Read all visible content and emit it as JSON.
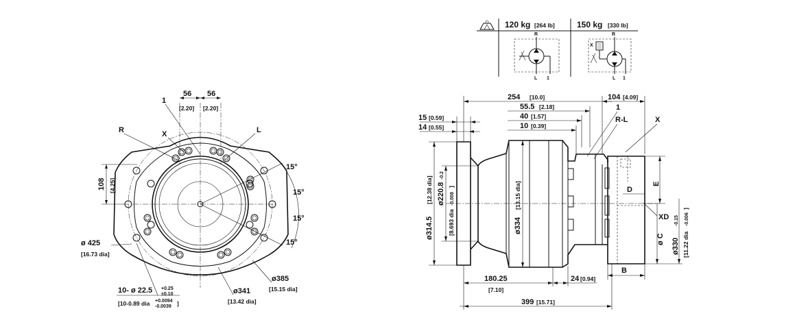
{
  "weights": {
    "std_value": "120 kg",
    "std_imperial": "[264 lb]",
    "brake_value": "150 kg",
    "brake_imperial": "[330 lb]"
  },
  "schematic": {
    "R": "R",
    "L": "L",
    "one": "1",
    "X": "X"
  },
  "front_view": {
    "top_left_dim": "56",
    "top_left_dim_imp": "[2.20]",
    "top_right_dim": "56",
    "top_right_dim_imp": "[2.20]",
    "label_1": "1",
    "label_R": "R",
    "label_X": "X",
    "label_L": "L",
    "height_dim": "108",
    "height_dim_imp": "[4.25]",
    "angles": [
      "15°",
      "15°",
      "15°",
      "15°"
    ],
    "dia_425": "ø 425",
    "dia_425_imp": "[16.73 dia]",
    "holes": "10- ø 22.5",
    "holes_tol_upper": "+0.25",
    "holes_tol_lower": "±0.10",
    "holes_imp": "[10-0.89 dia",
    "holes_imp_tol_upper": "+0.0094",
    "holes_imp_tol_lower": "-0.0039",
    "holes_imp_close": "]",
    "dia_341": "ø341",
    "dia_341_imp": "[13.42 dia]",
    "dia_385": "ø385",
    "dia_385_imp": "[15.15 dia]"
  },
  "side_view": {
    "len_254": "254",
    "len_254_imp": "[10.0]",
    "len_104": "104",
    "len_104_imp": "[4.09]",
    "len_55_5": "55.5",
    "len_55_5_imp": "[2.18]",
    "len_40": "40",
    "len_40_imp": "[1.57]",
    "len_10": "10",
    "len_10_imp": "[0.39]",
    "len_15": "15",
    "len_15_imp": "[0.59]",
    "len_14": "14",
    "len_14_imp": "[0.55]",
    "label_1": "1",
    "label_RL": "R-L",
    "label_X": "X",
    "dia_314_5": "ø314.5",
    "dia_314_5_imp": "[12.38 dia]",
    "dia_220_8": "ø220.8",
    "dia_220_8_tol": "-0.2",
    "dia_220_8_imp": "[8.693 dia",
    "dia_220_8_imp_tol": "-0.008",
    "dia_220_8_imp_close": "]",
    "dia_334": "ø334",
    "dia_334_imp": "[13.15 dia]",
    "label_D": "D",
    "label_E": "E",
    "label_XD": "XD",
    "label_C": "ø C",
    "dia_330": "ø330",
    "dia_330_tol": "-0.15",
    "dia_330_imp": "[11.22 dia",
    "dia_330_imp_tol": "-0.006",
    "dia_330_imp_close": "]",
    "len_180_25": "180.25",
    "len_180_25_imp": "[7.10]",
    "len_24": "24",
    "len_24_imp": "[0.94]",
    "label_B": "B",
    "len_399": "399",
    "len_399_imp": "[15.71]"
  }
}
